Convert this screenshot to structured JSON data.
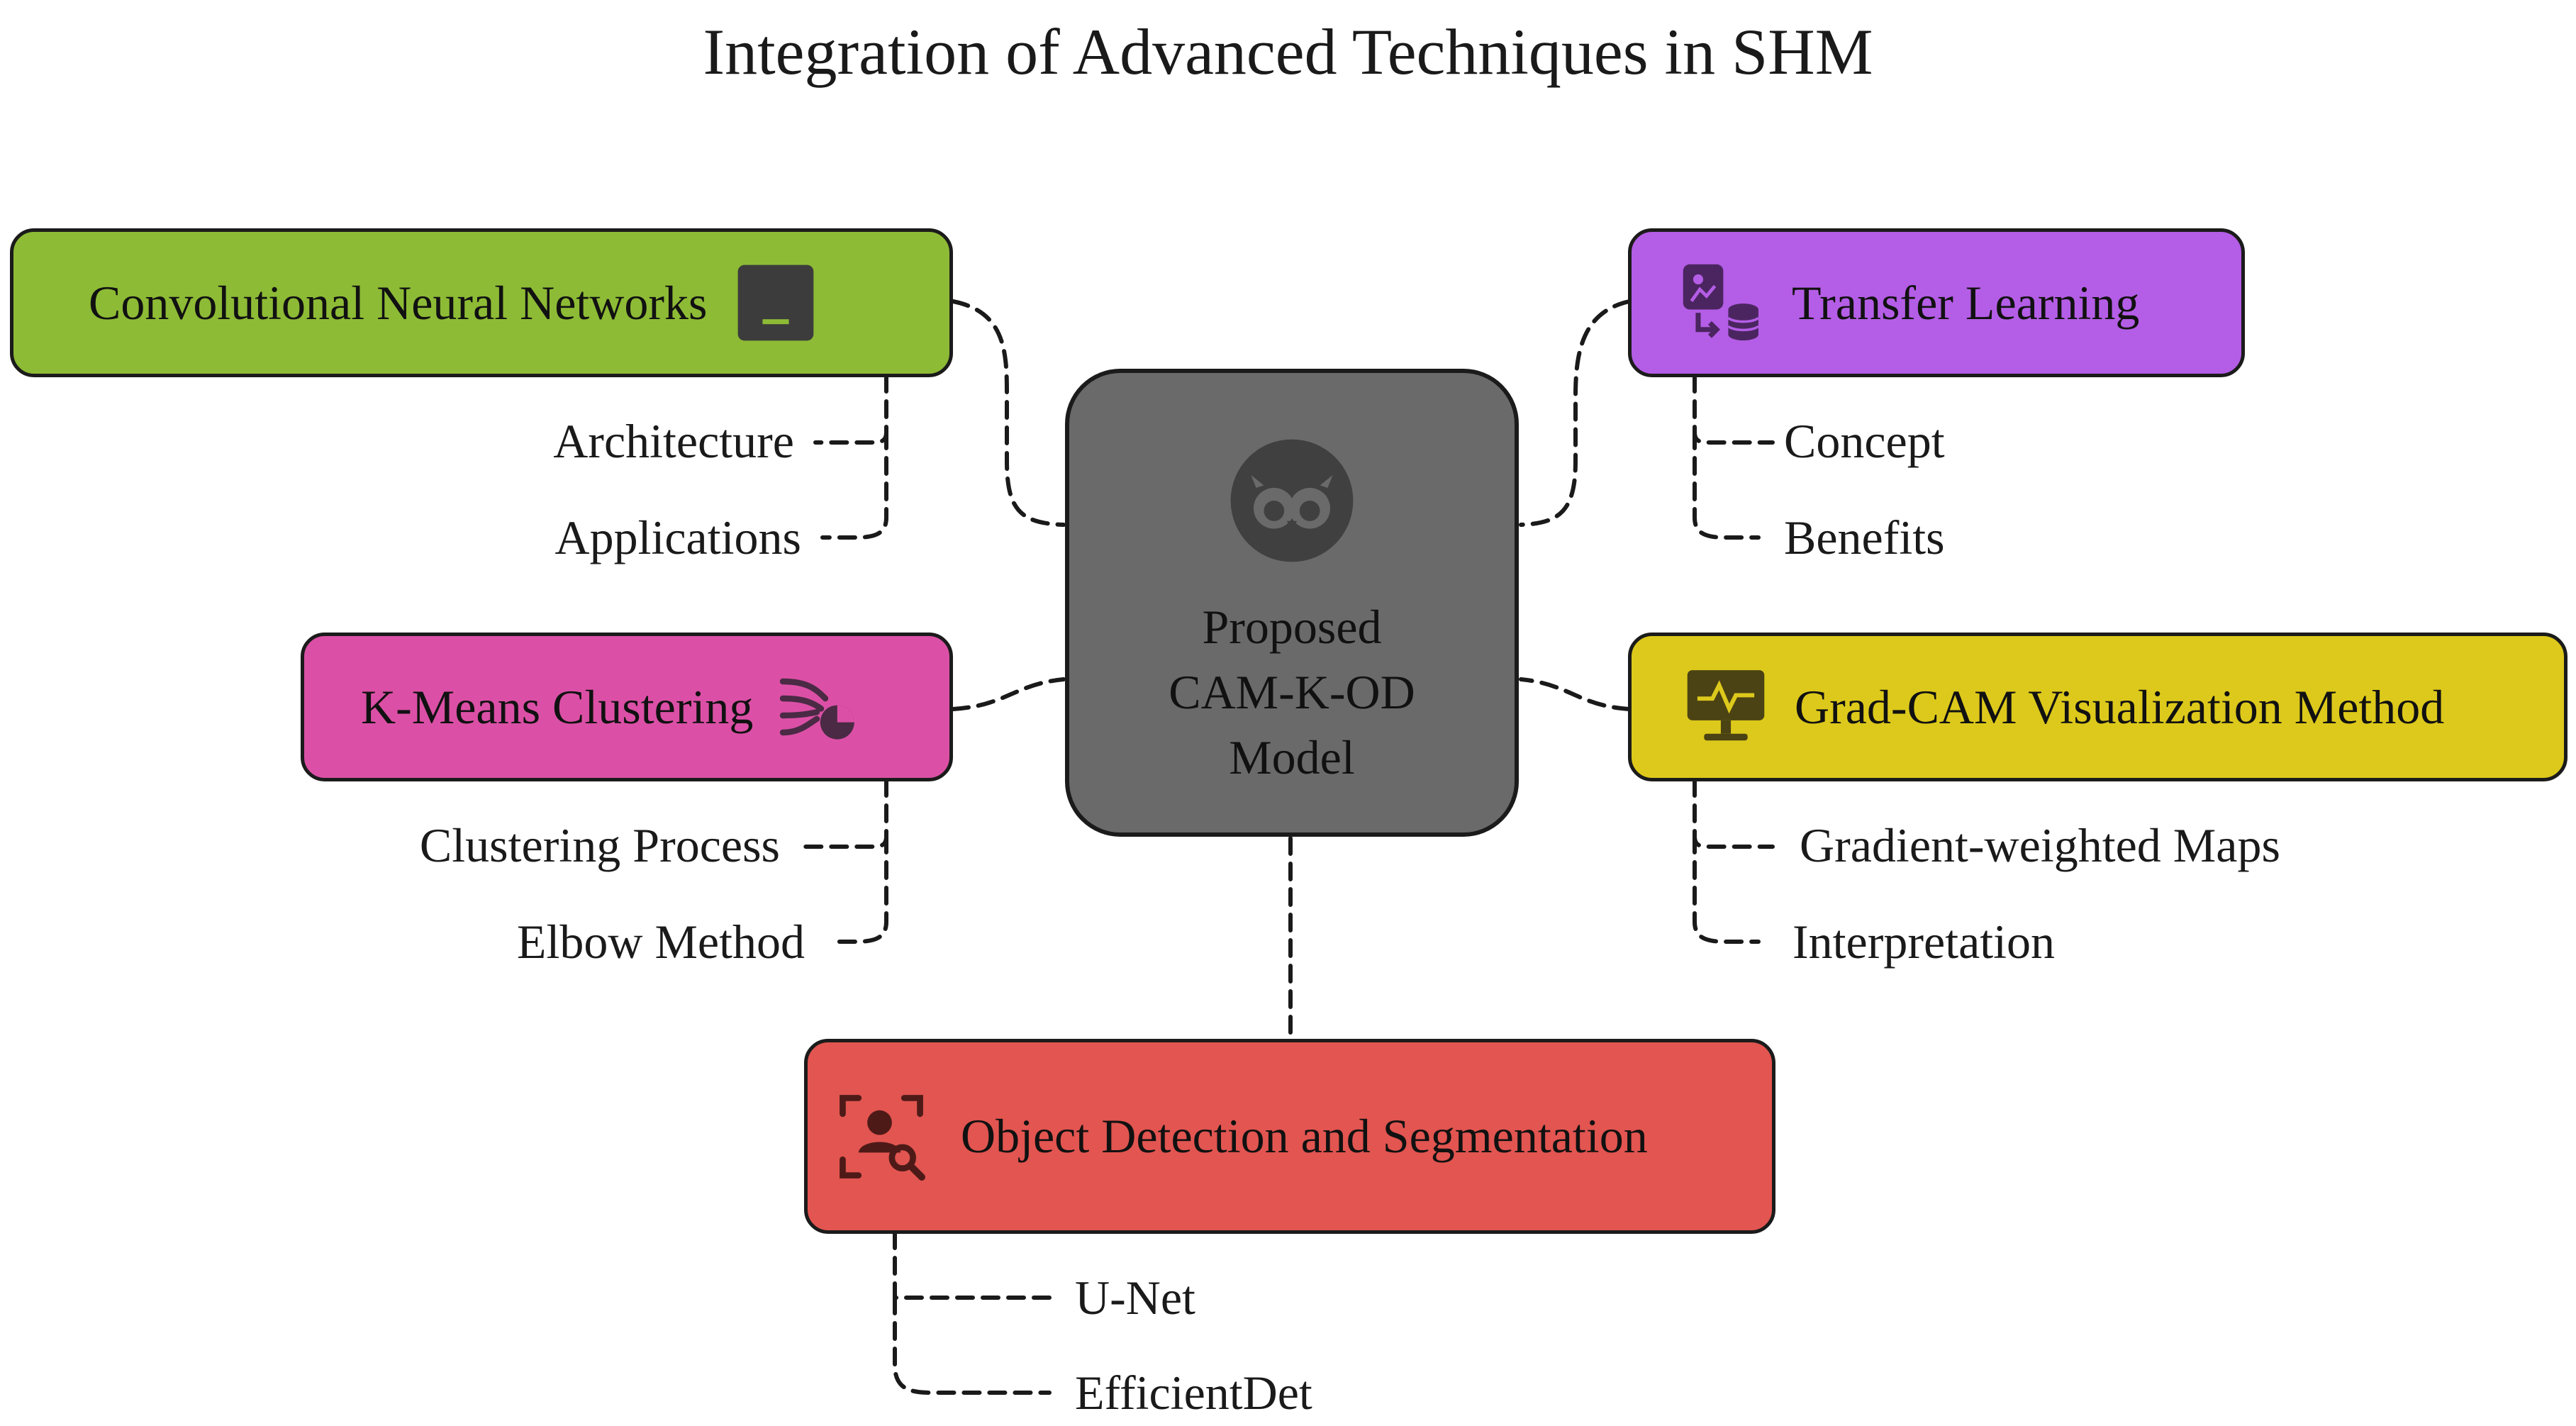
{
  "title": "Integration of Advanced Techniques in SHM",
  "center": {
    "lines": [
      "Proposed",
      "CAM-K-OD",
      "Model"
    ],
    "icon": "owl-icon",
    "color": "#6a6a6a"
  },
  "nodes": {
    "cnn": {
      "label": "Convolutional Neural Networks",
      "icon": "terminal-icon",
      "color": "#8dbb35",
      "children": [
        "Architecture",
        "Applications"
      ]
    },
    "kmeans": {
      "label": "K-Means Clustering",
      "icon": "cluster-chart-icon",
      "color": "#db50a6",
      "children": [
        "Clustering Process",
        "Elbow Method"
      ]
    },
    "transfer": {
      "label": "Transfer Learning",
      "icon": "data-transfer-icon",
      "color": "#b45de6",
      "children": [
        "Concept",
        "Benefits"
      ]
    },
    "gradcam": {
      "label": "Grad-CAM Visualization Method",
      "icon": "monitor-chart-icon",
      "color": "#ddc91b",
      "children": [
        "Gradient-weighted Maps",
        "Interpretation"
      ]
    },
    "detection": {
      "label": "Object Detection and Segmentation",
      "icon": "face-scan-icon",
      "color": "#e25550",
      "children": [
        "U-Net",
        "EfficientDet"
      ]
    }
  }
}
